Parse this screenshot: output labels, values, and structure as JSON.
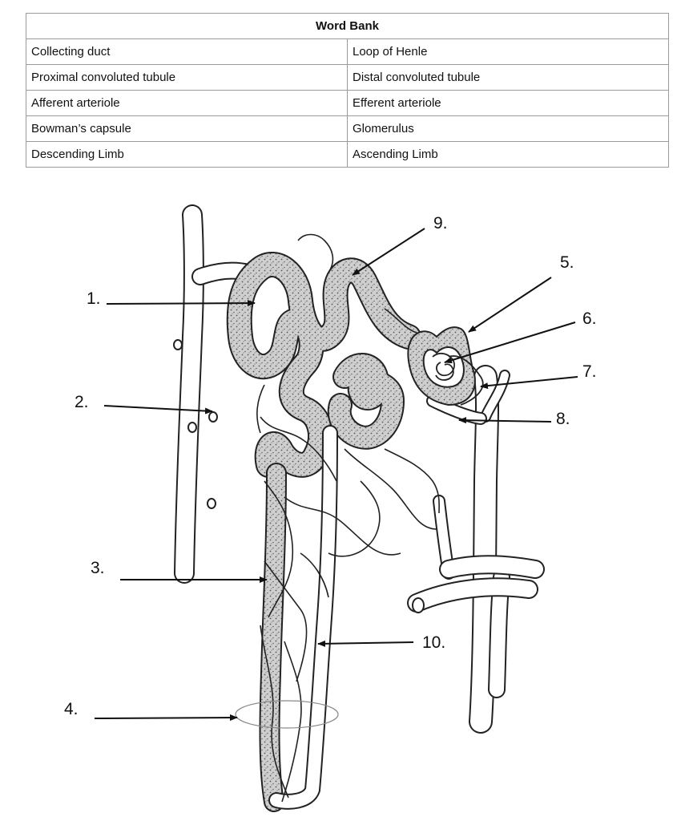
{
  "word_bank": {
    "title": "Word Bank",
    "rows": [
      [
        "Collecting duct",
        "Loop of Henle"
      ],
      [
        "Proximal convoluted tubule",
        "Distal convoluted tubule"
      ],
      [
        "Afferent arteriole",
        "Efferent arteriole"
      ],
      [
        "Bowman’s capsule",
        "Glomerulus"
      ],
      [
        "Descending Limb",
        "Ascending Limb"
      ]
    ]
  },
  "labels": [
    "1.",
    "2.",
    "3.",
    "4.",
    "5.",
    "6.",
    "7.",
    "8.",
    "9.",
    "10."
  ]
}
